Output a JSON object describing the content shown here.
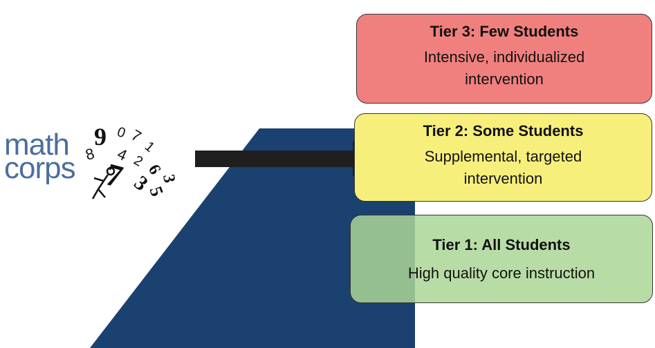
{
  "logo": {
    "line1": "math",
    "line2": "corps",
    "digits": [
      "9",
      "0",
      "7",
      "1",
      "8",
      "4",
      "2",
      "6",
      "3",
      "7",
      "3",
      "5"
    ]
  },
  "tiers": [
    {
      "title": "Tier 3: Few Students",
      "description_line1": "Intensive, individualized",
      "description_line2": "intervention",
      "color": "#f0807e"
    },
    {
      "title": "Tier 2: Some Students",
      "description_line1": "Supplemental, targeted",
      "description_line2": "intervention",
      "color": "#f7ef7c"
    },
    {
      "title": "Tier 1: All Students",
      "description_line1": "High quality core instruction",
      "color": "#acd696"
    }
  ],
  "colors": {
    "background_shape": "#1b4170",
    "arrow": "#1f1f1f",
    "logo_text": "#4a6f9e"
  }
}
